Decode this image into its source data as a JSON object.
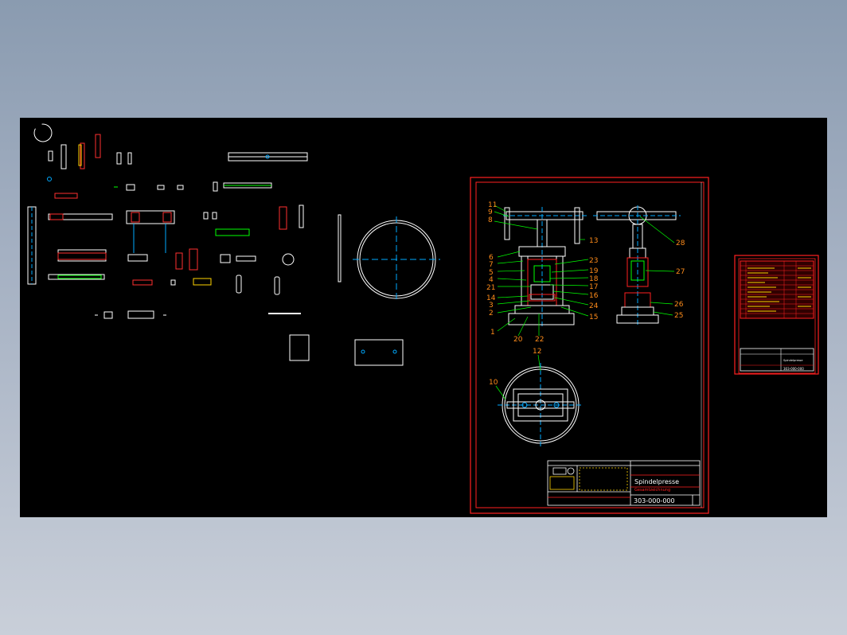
{
  "title_block": {
    "drawing_title": "Spindelpresse",
    "drawing_subtitle": "Gesamtzeichnung",
    "drawing_number": "303-000-000"
  },
  "parts_list_block": {
    "drawing_title": "Spindelpresse",
    "drawing_number": "303-000-000"
  },
  "balloons": {
    "front_view": [
      "11",
      "9",
      "8",
      "6",
      "7",
      "5",
      "4",
      "21",
      "14",
      "3",
      "2",
      "1",
      "20",
      "22",
      "23",
      "19",
      "18",
      "17",
      "16",
      "24",
      "15",
      "13"
    ],
    "side_view": [
      "28",
      "27",
      "26",
      "25"
    ],
    "top_view": [
      "12",
      "10"
    ]
  },
  "colors": {
    "background": "#000000",
    "frame_red": "#ff2020",
    "outline_white": "#ffffff",
    "leader_green": "#00ff00",
    "label_orange": "#ff8c1a",
    "axis_cyan": "#00d0ff"
  }
}
